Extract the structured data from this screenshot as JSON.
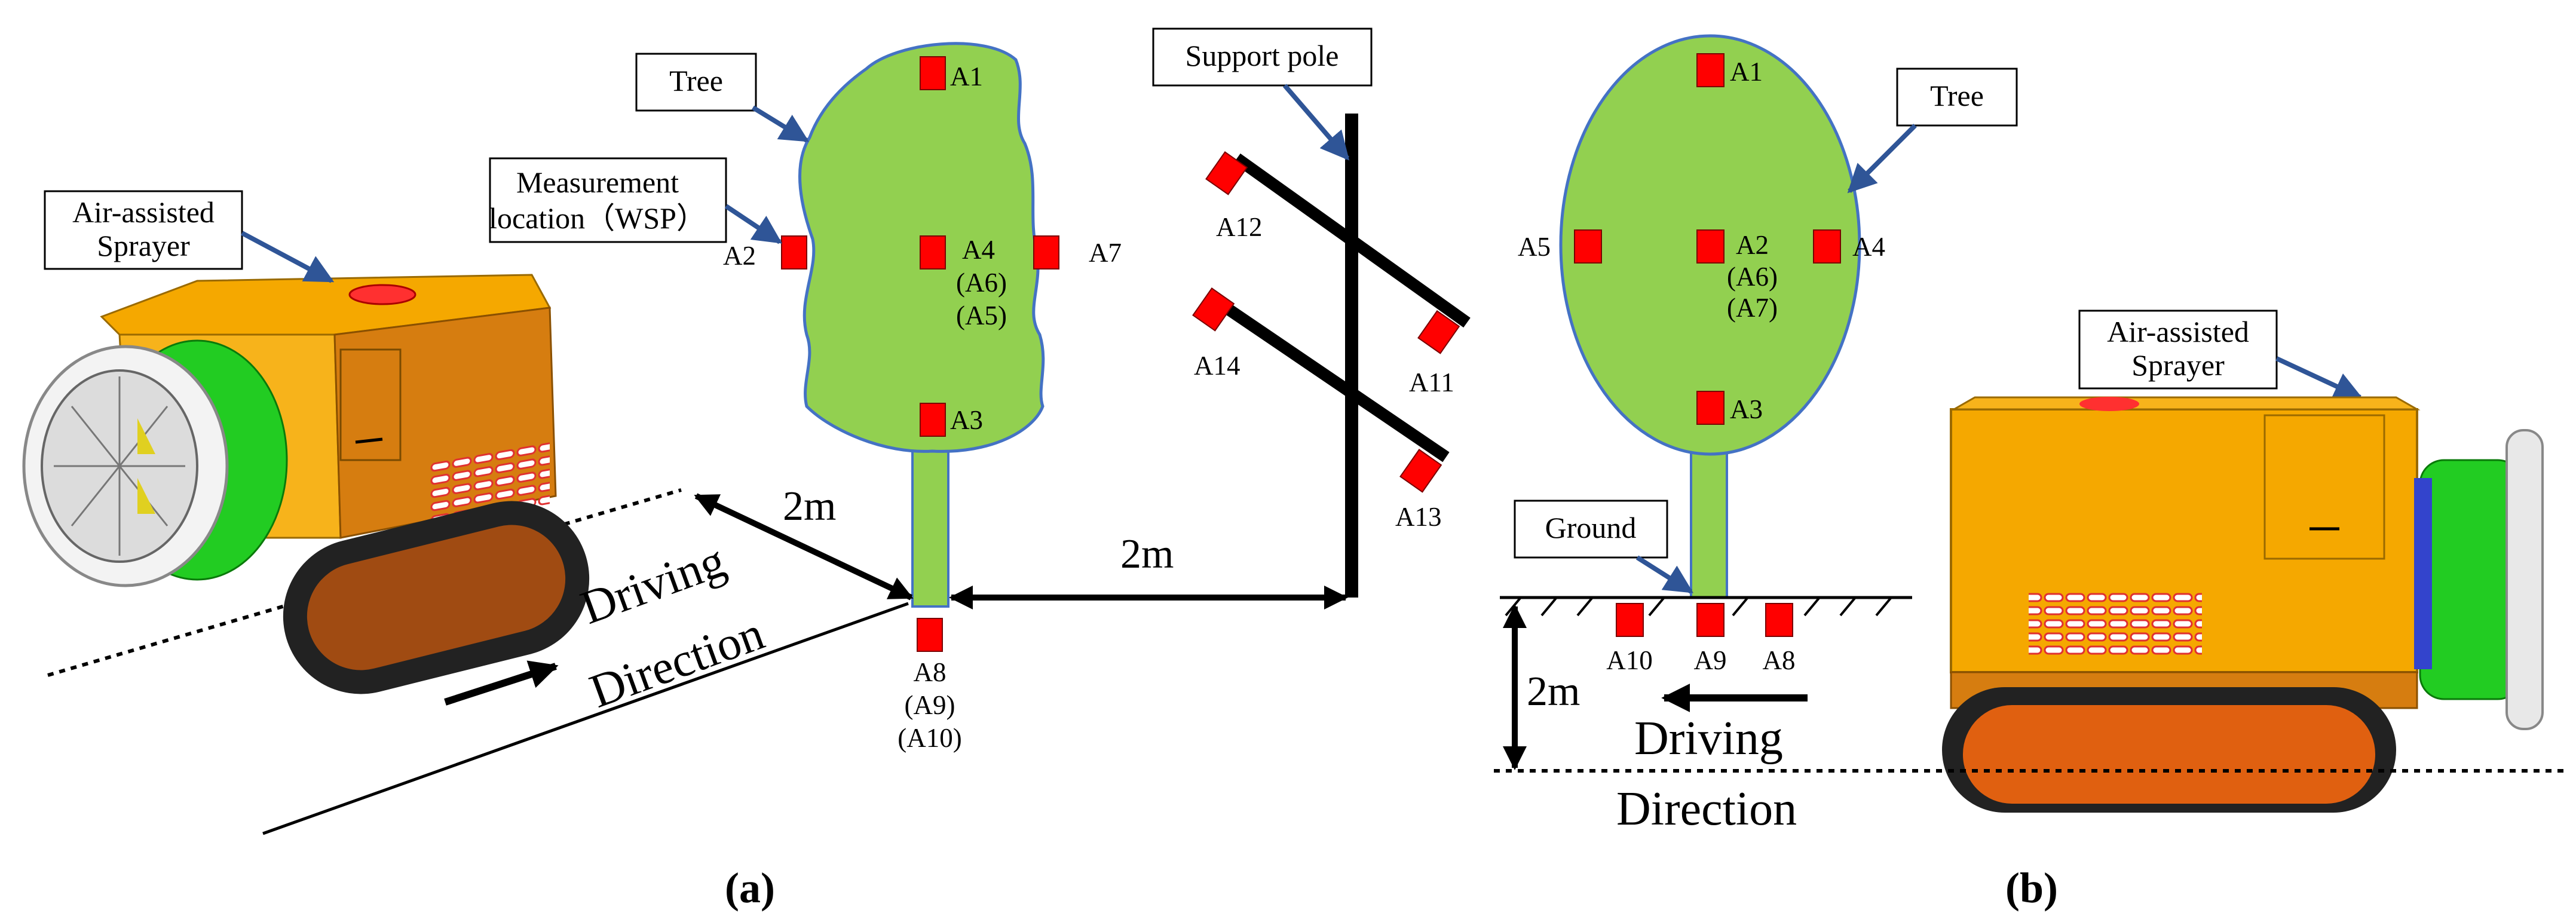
{
  "panel_a": {
    "callouts": {
      "tree": "Tree",
      "measurement_1": "Measurement",
      "measurement_2": "location（WSP）",
      "sprayer_1": "Air-assisted",
      "sprayer_2": "Sprayer",
      "support_pole": "Support pole"
    },
    "points": {
      "A1": "A1",
      "A2": "A2",
      "A3": "A3",
      "A4": "A4",
      "A6": "(A6)",
      "A5": "(A5)",
      "A7": "A7",
      "A8": "A8",
      "A9": "(A9)",
      "A10": "(A10)",
      "A11": "A11",
      "A12": "A12",
      "A13": "A13",
      "A14": "A14"
    },
    "distance_left": "2m",
    "distance_right": "2m",
    "driving": "Driving",
    "direction": "Direction",
    "caption": "(a)"
  },
  "panel_b": {
    "callouts": {
      "tree": "Tree",
      "ground": "Ground",
      "sprayer_1": "Air-assisted",
      "sprayer_2": "Sprayer"
    },
    "points": {
      "A1": "A1",
      "A2": "A2",
      "A6": "(A6)",
      "A7": "(A7)",
      "A3": "A3",
      "A4": "A4",
      "A5": "A5",
      "A8": "A8",
      "A9": "A9",
      "A10": "A10"
    },
    "distance": "2m",
    "driving": "Driving",
    "direction": "Direction",
    "caption": "(b)"
  },
  "colors": {
    "canopy": "#92D050",
    "canopy_border": "#4472C4",
    "marker": "#FF0000",
    "callout_arrow": "#2F5597",
    "sprayer_body": "#F5A800",
    "fan_green": "#22CC22"
  }
}
